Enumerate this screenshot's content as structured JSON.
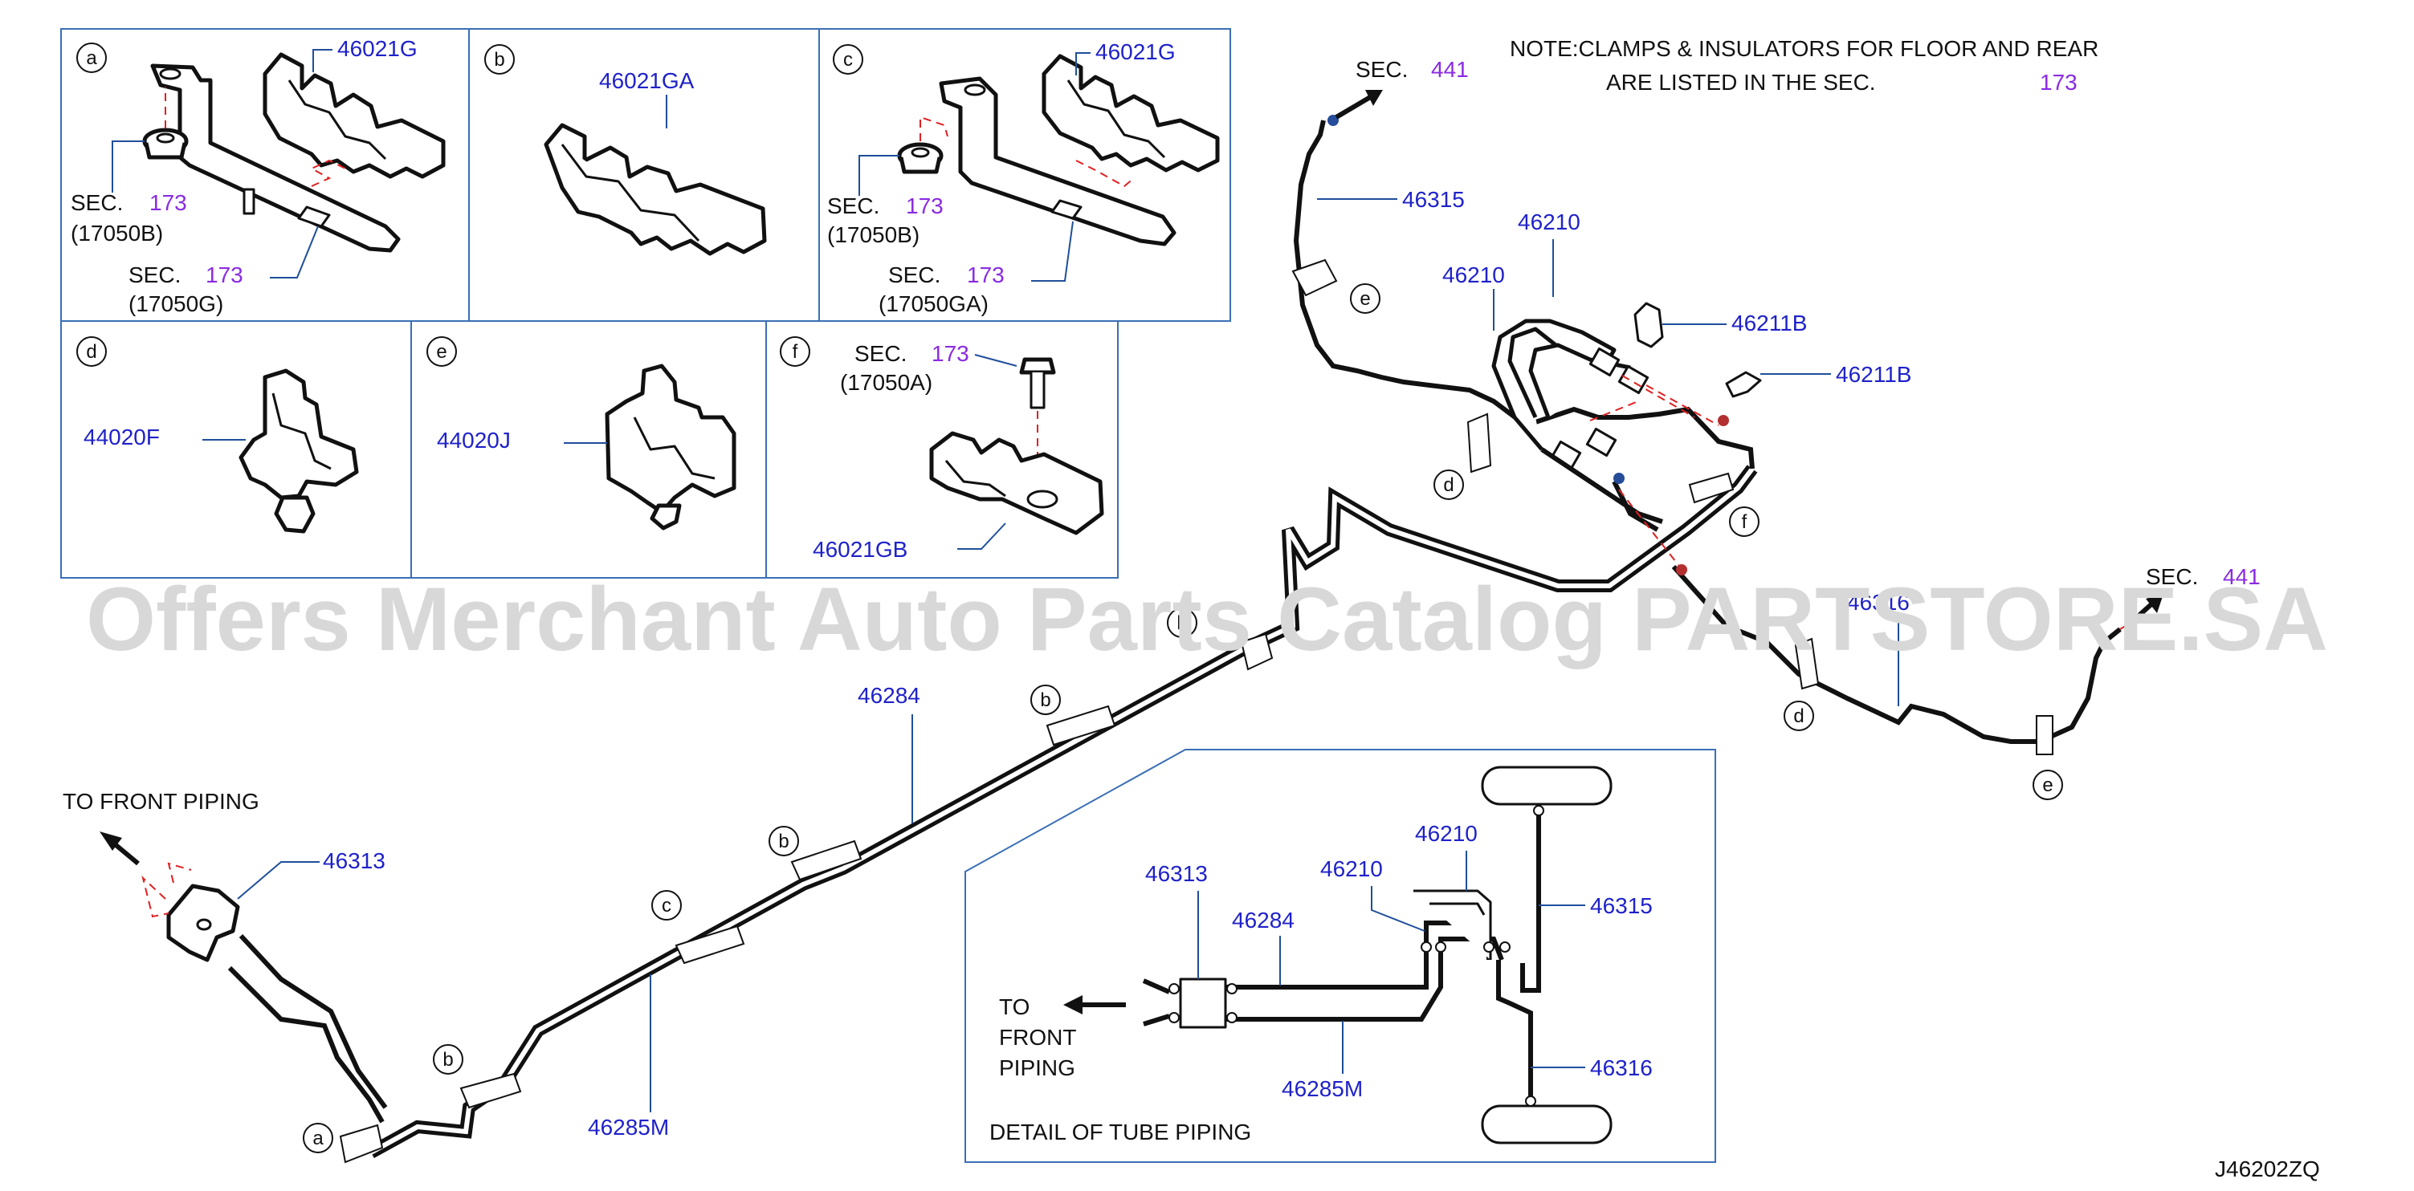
{
  "note": {
    "line1": "NOTE:CLAMPS  &  INSULATORS  FOR  FLOOR  AND  REAR",
    "line2": "ARE  LISTED  IN  THE  SEC.",
    "sec": "173"
  },
  "panels": {
    "a": {
      "letter": "a",
      "part": "46021G",
      "sec_top": "SEC.",
      "sec_top_num": "173",
      "sec_top_code": "(17050B)",
      "sec_bot": "SEC.",
      "sec_bot_num": "173",
      "sec_bot_code": "(17050G)"
    },
    "b": {
      "letter": "b",
      "part": "46021GA"
    },
    "c": {
      "letter": "c",
      "part": "46021G",
      "sec_top": "SEC.",
      "sec_top_num": "173",
      "sec_top_code": "(17050B)",
      "sec_bot": "SEC.",
      "sec_bot_num": "173",
      "sec_bot_code": "(17050GA)"
    },
    "d": {
      "letter": "d",
      "part": "44020F"
    },
    "e": {
      "letter": "e",
      "part": "44020J"
    },
    "f": {
      "letter": "f",
      "part": "46021GB",
      "sec": "SEC.",
      "sec_num": "173",
      "sec_code": "(17050A)"
    }
  },
  "main": {
    "to_front": "TO  FRONT  PIPING",
    "sec_top": "SEC.",
    "sec_top_num": "441",
    "sec_right": "SEC.",
    "sec_right_num": "441",
    "labels": {
      "p46313": "46313",
      "p46284": "46284",
      "p46285M": "46285M",
      "p46315": "46315",
      "p46210a": "46210",
      "p46210b": "46210",
      "p46211Ba": "46211B",
      "p46211Bb": "46211B",
      "p46316": "46316"
    },
    "callouts": [
      "a",
      "b",
      "c",
      "b",
      "b",
      "b",
      "e",
      "d",
      "f",
      "d",
      "e"
    ]
  },
  "detail": {
    "title": "DETAIL  OF  TUBE  PIPING",
    "to_front_1": "TO",
    "to_front_2": "FRONT",
    "to_front_3": "PIPING",
    "labels": {
      "d46313": "46313",
      "d46284": "46284",
      "d46285M": "46285M",
      "d46210a": "46210",
      "d46210b": "46210",
      "d46315": "46315",
      "d46316": "46316"
    }
  },
  "watermark": "Offers Merchant Auto Parts Catalog PARTSTORE.SA",
  "diagram_code": "J46202ZQ",
  "colors": {
    "blue_label": "#1f22c9",
    "purple_sec": "#8a2be2",
    "box": "#3a6fb5",
    "dashed": "#e02020"
  }
}
